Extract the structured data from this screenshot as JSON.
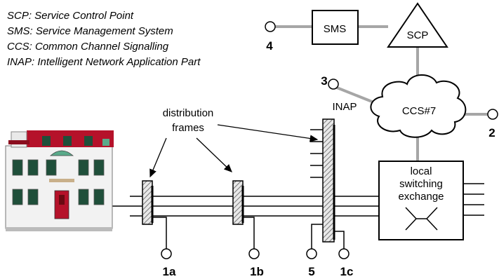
{
  "legend": [
    "SCP: Service Control Point",
    "SMS: Service Management System",
    "CCS: Common Channel Signalling",
    "INAP: Intelligent Network Application Part"
  ],
  "nodes": {
    "sms": "SMS",
    "scp": "SCP",
    "ccs": "CCS#7",
    "exchange": [
      "local",
      "switching",
      "exchange"
    ],
    "inap": "INAP"
  },
  "annotation": [
    "distribution",
    "frames"
  ],
  "points": {
    "p1a": "1a",
    "p1b": "1b",
    "p1c": "1c",
    "p2": "2",
    "p3": "3",
    "p4": "4",
    "p5": "5"
  },
  "colors": {
    "link_gray": "#a6a6a6",
    "hatch": "#777777",
    "house_wall": "#f2f2f2",
    "roof": "#b5122a",
    "window": "#1f4f3a"
  }
}
